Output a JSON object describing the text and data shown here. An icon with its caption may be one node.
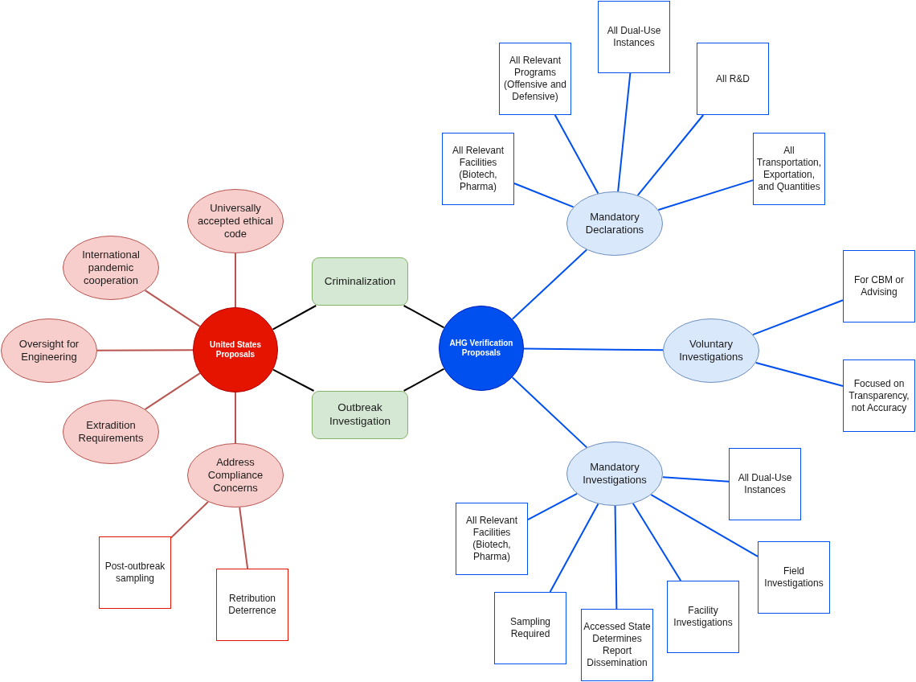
{
  "diagram": {
    "nodes": [
      {
        "text": [
          "United States Proposals"
        ]
      },
      {
        "text": [
          "Universally accepted ethical code"
        ]
      },
      {
        "text": [
          "International pandemic cooperation"
        ]
      },
      {
        "text": [
          "Oversight for Engineering"
        ]
      },
      {
        "text": [
          "Extradition Requirements"
        ]
      },
      {
        "text": [
          "Address Compliance Concerns"
        ]
      },
      {
        "text": [
          "Post-outbreak sampling"
        ]
      },
      {
        "text": [
          "Retribution Deterrence"
        ]
      },
      {
        "text": [
          "Criminalization"
        ]
      },
      {
        "text": [
          "Outbreak Investigation"
        ]
      },
      {
        "text": [
          "AHG Verification Proposals"
        ]
      },
      {
        "text": [
          "Mandatory Declarations"
        ]
      },
      {
        "text": [
          "All Relevant Facilities (Biotech, Pharma)"
        ]
      },
      {
        "text": [
          "All Relevant Programs (Offensive and Defensive)"
        ]
      },
      {
        "text": [
          "All Dual-Use Instances"
        ]
      },
      {
        "text": [
          "All R&D"
        ]
      },
      {
        "text": [
          "All Transportation, Exportation, and Quantities"
        ]
      },
      {
        "text": [
          "Voluntary Investigations"
        ]
      },
      {
        "text": [
          "For CBM or Advising"
        ]
      },
      {
        "text": [
          "Focused on Transparency, not Accuracy"
        ]
      },
      {
        "text": [
          "Mandatory Investigations"
        ]
      },
      {
        "text": [
          "All Dual-Use Instances"
        ]
      },
      {
        "text": [
          "All Relevant Facilities (Biotech, Pharma)"
        ]
      },
      {
        "text": [
          "Field Investigations"
        ]
      },
      {
        "text": [
          "Sampling Required"
        ]
      },
      {
        "text": [
          "Accessed State Determines Report Dissemination"
        ]
      },
      {
        "text": [
          "Facility Investigations"
        ]
      }
    ],
    "edges": [
      {
        "from": 0,
        "to": 1,
        "arrow": "none",
        "color": "#b85450"
      },
      {
        "from": 0,
        "to": 2,
        "arrow": "none",
        "color": "#b85450"
      },
      {
        "from": 0,
        "to": 3,
        "arrow": "none",
        "color": "#b85450"
      },
      {
        "from": 0,
        "to": 4,
        "arrow": "none",
        "color": "#b85450"
      },
      {
        "from": 0,
        "to": 5,
        "arrow": "none",
        "color": "#b85450"
      },
      {
        "from": 5,
        "to": 6,
        "arrow": "none",
        "color": "#b85450"
      },
      {
        "from": 5,
        "to": 7,
        "arrow": "none",
        "color": "#b85450"
      },
      {
        "from": 0,
        "to": 8,
        "arrow": "none",
        "color": "#000000"
      },
      {
        "from": 0,
        "to": 9,
        "arrow": "none",
        "color": "#000000"
      },
      {
        "from": 8,
        "to": 10,
        "arrow": "none",
        "color": "#000000"
      },
      {
        "from": 9,
        "to": 10,
        "arrow": "none",
        "color": "#000000"
      },
      {
        "from": 10,
        "to": 11,
        "arrow": "none"
      },
      {
        "from": 11,
        "to": 12,
        "arrow": "none"
      },
      {
        "from": 11,
        "to": 13,
        "arrow": "none"
      },
      {
        "from": 11,
        "to": 14,
        "arrow": "none"
      },
      {
        "from": 11,
        "to": 15,
        "arrow": "none"
      },
      {
        "from": 11,
        "to": 16,
        "arrow": "none"
      },
      {
        "from": 10,
        "to": 17,
        "arrow": "none"
      },
      {
        "from": 17,
        "to": 18,
        "arrow": "none"
      },
      {
        "from": 17,
        "to": 19,
        "arrow": "none"
      },
      {
        "from": 10,
        "to": 20,
        "arrow": "none"
      },
      {
        "from": 20,
        "to": 21,
        "arrow": "none"
      },
      {
        "from": 20,
        "to": 22,
        "arrow": "none"
      },
      {
        "from": 20,
        "to": 23,
        "arrow": "none"
      },
      {
        "from": 20,
        "to": 24,
        "arrow": "none"
      },
      {
        "from": 20,
        "to": 25,
        "arrow": "none"
      },
      {
        "from": 20,
        "to": 26,
        "arrow": "none"
      }
    ]
  }
}
